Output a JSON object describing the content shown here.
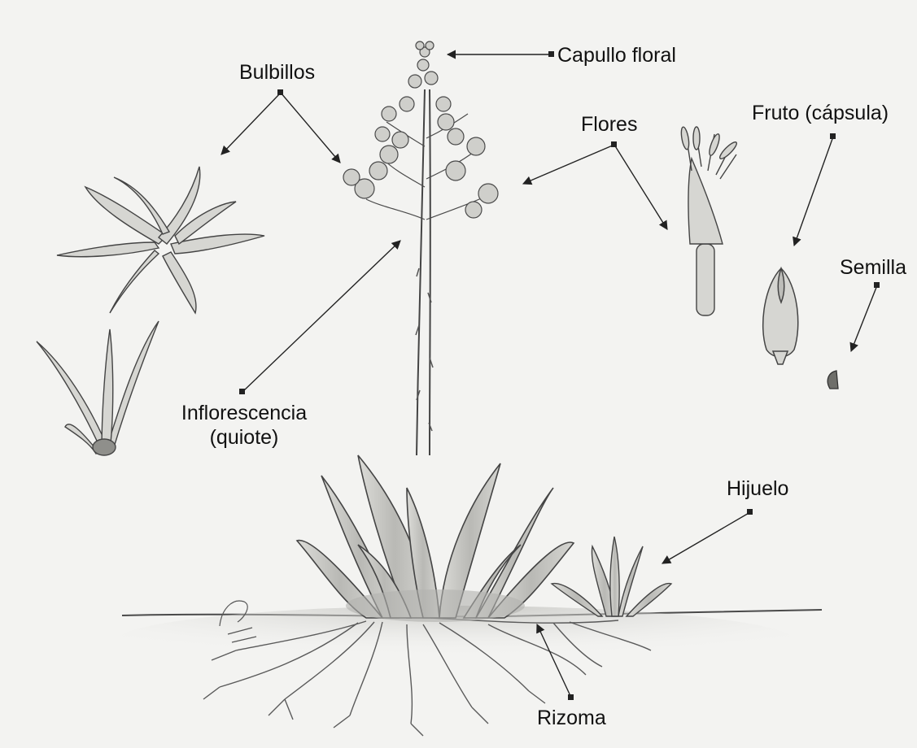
{
  "labels": {
    "capullo_floral": "Capullo floral",
    "bulbillos": "Bulbillos",
    "flores": "Flores",
    "fruto": "Fruto (cápsula)",
    "semilla": "Semilla",
    "inflorescencia_line1": "Inflorescencia",
    "inflorescencia_line2": "(quiote)",
    "hijuelo": "Hijuelo",
    "rizoma": "Rizoma"
  },
  "colors": {
    "paper": "#f3f3f1",
    "pencil_dark": "#3a3a3a",
    "pencil_mid": "#6a6a6a",
    "pencil_light": "#9a9a9a",
    "shade": "#c9c9c6",
    "ink": "#111111"
  }
}
